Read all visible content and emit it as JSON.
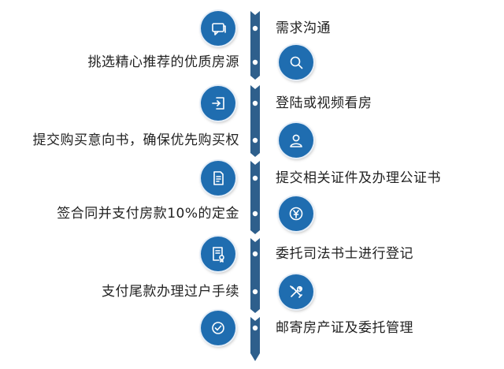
{
  "steps": [
    {
      "label": "需求沟通",
      "icon": "chat-icon",
      "side": "right"
    },
    {
      "label": "挑选精心推荐的优质房源",
      "icon": "search-icon",
      "side": "left"
    },
    {
      "label": "登陆或视频看房",
      "icon": "login-icon",
      "side": "right"
    },
    {
      "label": "提交购买意向书，确保优先购买权",
      "icon": "user-icon",
      "side": "left"
    },
    {
      "label": "提交相关证件及办理公证书",
      "icon": "document-icon",
      "side": "right"
    },
    {
      "label": "签合同并支付房款10%的定金",
      "icon": "yuan-icon",
      "side": "left"
    },
    {
      "label": "委托司法书士进行登记",
      "icon": "certificate-icon",
      "side": "right"
    },
    {
      "label": "支付尾款办理过户手续",
      "icon": "tools-icon",
      "side": "left"
    },
    {
      "label": "邮寄房产证及委托管理",
      "icon": "check-icon",
      "side": "right"
    }
  ],
  "colors": {
    "accent": "#1f6db0",
    "timeline": "#2e5f8c",
    "text": "#222222"
  }
}
